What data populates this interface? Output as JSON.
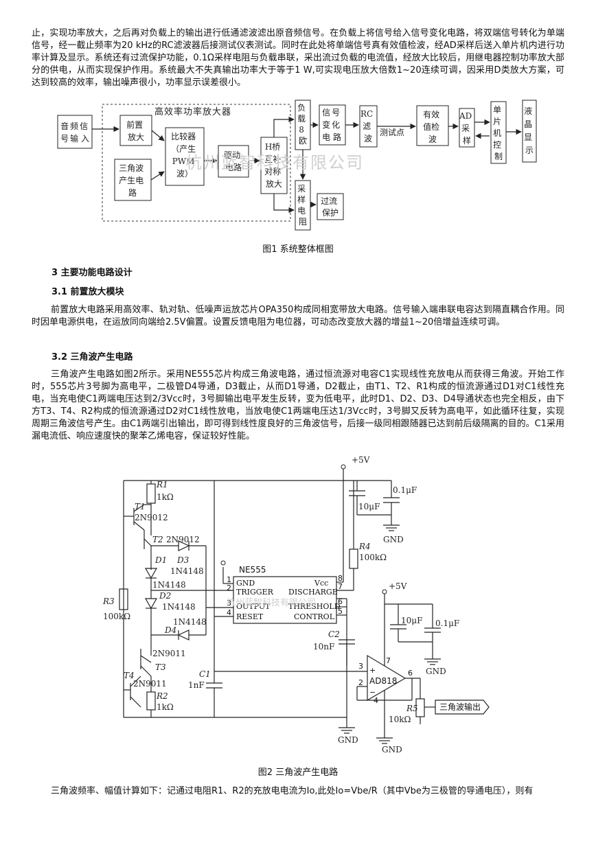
{
  "intro_paragraph": "止，实现功率放大，之后再对负载上的输出进行低通滤波滤出原音频信号。在负载上将信号给入信号变化电路，将双端信号转化为单端信号，经一截止频率为20 kHz的RC滤波器后接测试仪表测试。同时在此处将单端信号真有效值检波，经AD采样后送入单片机内进行功率计算及显示。系统还有过流保护功能，0.1Ω采样电阻与负载串联，采出流过负载的电流值，经放大比较后，用继电器控制功率放大部分的供电，从而实现保护作用。系统最大不失真输出功率大于等于1 W,可实现电压放大倍数1~20连续可调，因采用D类放大方案，可达到较高的效率，输出噪声很小，功率显示误差很小。",
  "figure1": {
    "caption": "图1 系统整体框图",
    "region_label": "高效率功率放大器",
    "watermark": "杭州蓝智科技有限公司",
    "test_point_label": "测试点",
    "blocks": {
      "audio_input": [
        "音",
        "频",
        "信",
        "号",
        "输",
        "入"
      ],
      "preamp": [
        "前置",
        "放大"
      ],
      "comparator": [
        "比较器",
        "（产生",
        "PWM",
        "波）"
      ],
      "triangle_gen": [
        "三角波",
        "产生电",
        "路"
      ],
      "driver": [
        "驱动",
        "电路"
      ],
      "h_bridge": [
        "H桥",
        "互补",
        "对称",
        "放大"
      ],
      "load": [
        "负",
        "载",
        "8",
        "欧"
      ],
      "signal_change": [
        "信",
        "号",
        "变",
        "化",
        "电",
        "路"
      ],
      "rc_filter": [
        "RC",
        "滤",
        "波"
      ],
      "rms_detector": [
        "有效",
        "值检",
        "波"
      ],
      "ad_sampling": [
        "AD",
        "采",
        "样"
      ],
      "mcu": [
        "单",
        "片",
        "机",
        "控",
        "制"
      ],
      "lcd": [
        "液",
        "晶",
        "显",
        "示"
      ],
      "sample_resistor": [
        "采",
        "样",
        "电",
        "阻"
      ],
      "overcurrent": [
        "过流",
        "保护"
      ]
    }
  },
  "section3_heading": "3 主要功能电路设计",
  "section31_heading": "3.1 前置放大模块",
  "section31_text": "前置放大电路采用高效率、轨对轨、低噪声运放芯片OPA350构成同相宽带放大电路。信号输入端串联电容达到隔直耦合作用。同时因单电源供电，在运放同向端给2.5V偏置。设置反馈电阻为电位器，可动态改变放大器的增益1~20倍增益连续可调。",
  "section32_heading": "3.2 三角波产生电路",
  "section32_text": "三角波产生电路如图2所示。采用NE555芯片构成三角波电路，通过恒流源对电容C1实现线性充放电从而获得三角波。开始工作时，555芯片3号脚为高电平，二极管D4导通，D3截止，从而D1导通，D2截止，由T1、T2、R1构成的恒流源通过D1对C1线性充电，当充电使C1两端电压达到2/3Vcc时，3号脚输出电平发生反转，变为低电平，此时D1、D2、D3、D4导通状态也完全相反，由下方T3、T4、R2构成的恒流源通过D2对C1线性放电，当放电使C1两端电压达1/3Vcc时，3号脚又反转为高电平，如此循环往复，实现周期三角波信号产生。由C1两端引出输出，即可得到线性度良好的三角波信号，后接一级同相跟随器已达到前后级隔离的目的。C1采用漏电流低、响应速度快的聚苯乙烯电容，保证较好性能。",
  "figure2": {
    "caption": "图2 三角波产生电路",
    "watermark": "杭州蓝智科技有限公司",
    "labels": {
      "vcc_top": "+5V",
      "vcc_right": "+5V",
      "r1": "R1",
      "r1_val": "1kΩ",
      "t1": "T1",
      "t1_part": "2N9012",
      "t2": "T2",
      "t2_part": "2N9012",
      "d1": "D1",
      "d1_part": "1N4148",
      "d2": "D2",
      "d2_part": "1N4148",
      "d3": "D3",
      "d3_part": "1N4148",
      "d4": "D4",
      "d4_part": "1N4148",
      "r3": "R3",
      "r3_val": "100kΩ",
      "t3": "T3",
      "t3_part": "2N9011",
      "t4": "T4",
      "t4_part": "2N9011",
      "r2": "R2",
      "r2_val": "1kΩ",
      "c1": "C1",
      "c1_val": "1nF",
      "chip": "NE555",
      "pin_gnd": "GND",
      "pin_trigger": "TRIGGER",
      "pin_output": "OUTPUT",
      "pin_reset": "RESET",
      "pin_vcc": "Vcc",
      "pin_discharge": "DISCHARGE",
      "pin_threshold": "THRESHOLD",
      "pin_control": "CONTROL",
      "pin1": "1",
      "pin2": "2",
      "pin3": "3",
      "pin4": "4",
      "pin5": "5",
      "pin6": "6",
      "pin7": "7",
      "pin8": "8",
      "cap_01_top": "0.1μF",
      "cap_10_top": "10μF",
      "r4": "R4",
      "r4_val": "100kΩ",
      "c2": "C2",
      "c2_val": "10nF",
      "cap_10_right": "10μF",
      "cap_01_right": "0.1μF",
      "opamp": "AD818",
      "op_pin2": "2",
      "op_pin3": "3",
      "op_pin4": "4",
      "op_pin6": "6",
      "op_pin7": "7",
      "plus": "+",
      "minus": "−",
      "r5": "R5",
      "r5_val": "10kΩ",
      "output": "三角波输出",
      "gnd": "GND"
    }
  },
  "bottom_paragraph": "三角波频率、幅值计算如下：记通过电阻R1、R2的充放电电流为Io,此处Io=Vbe/R（其中Vbe为三极管的导通电压），则有"
}
